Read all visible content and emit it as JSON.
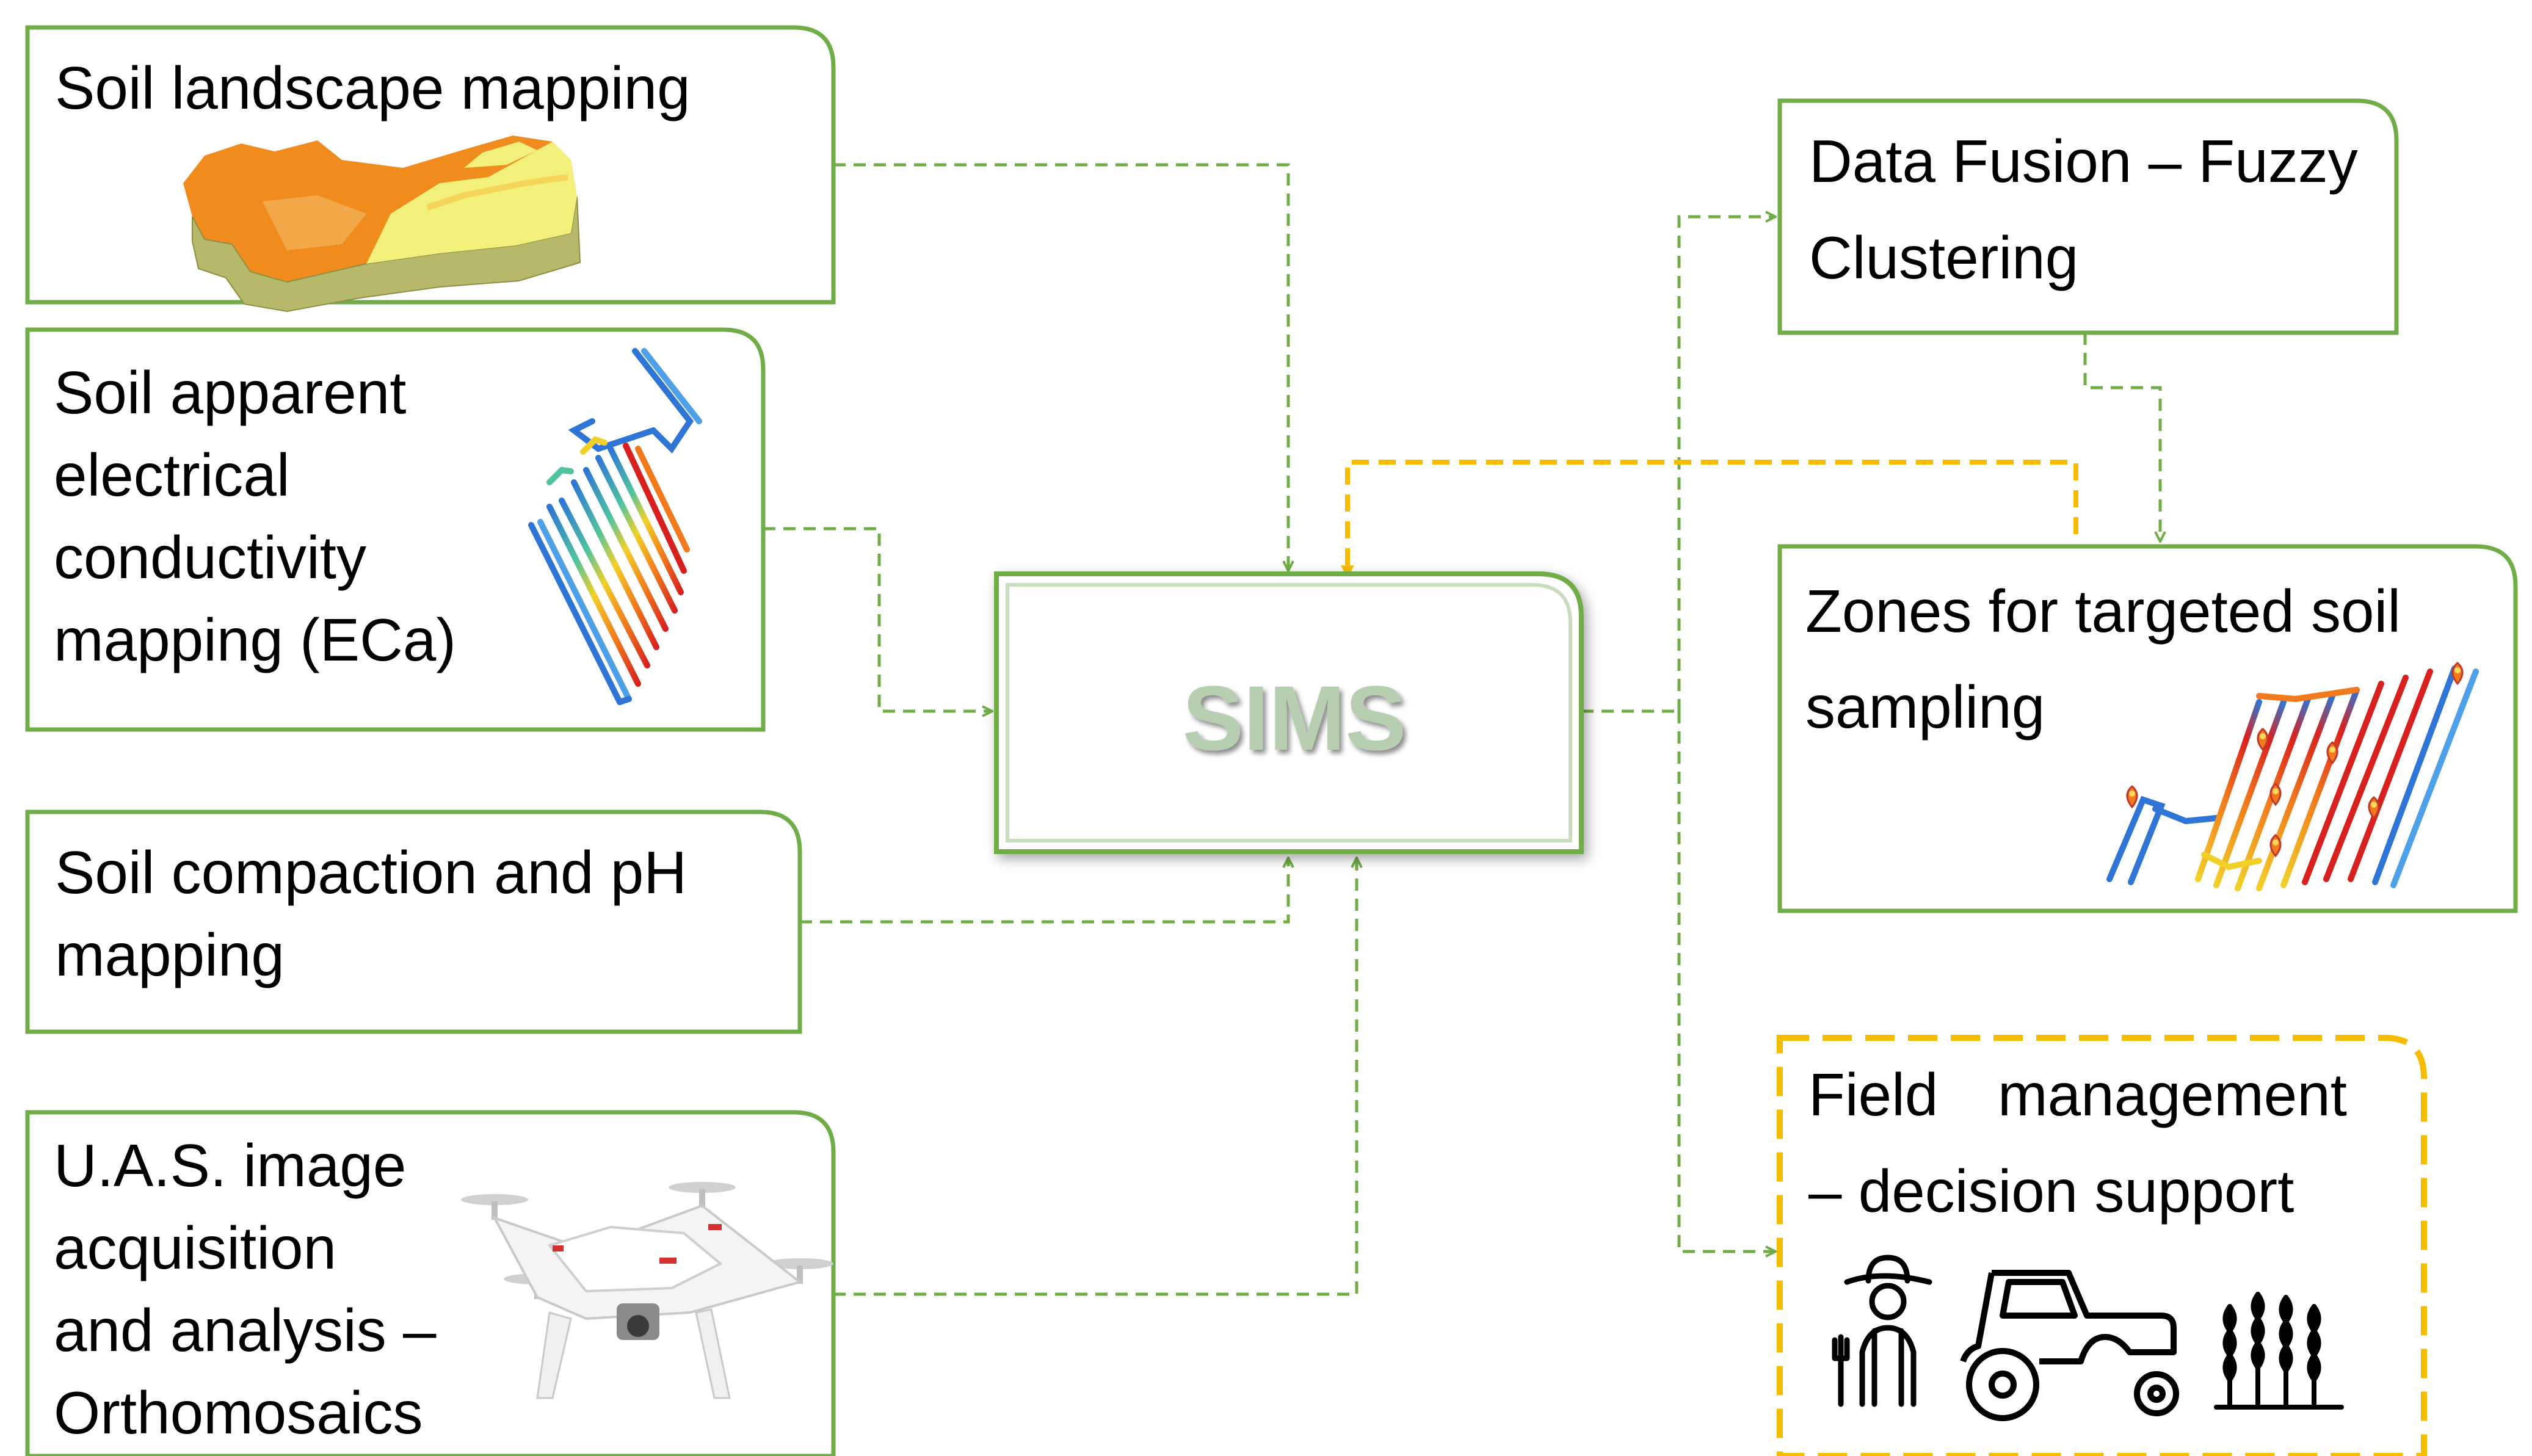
{
  "colors": {
    "box_border": "#70ad47",
    "green_connector": "#70ad47",
    "yellow_connector": "#f5bc00",
    "sims_text": "#b8ceb0",
    "text": "#000000"
  },
  "center": {
    "label": "SIMS"
  },
  "inputs": {
    "landscape": {
      "line1": "Soil landscape mapping",
      "icon": "3d-terrain-map-icon"
    },
    "eca": {
      "line1": "Soil apparent",
      "line2": "electrical",
      "line3": "conductivity",
      "line4": "mapping (ECa)",
      "icon": "eca-track-map-icon"
    },
    "compaction": {
      "line1": "Soil compaction and pH",
      "line2": "mapping"
    },
    "uas": {
      "line1": "U.A.S. image",
      "line2": "acquisition",
      "line3": "and analysis –",
      "line4": "Orthomosaics",
      "icon": "drone-icon"
    }
  },
  "outputs": {
    "fusion": {
      "line1": "Data Fusion – Fuzzy",
      "line2": "Clustering"
    },
    "zones": {
      "line1": "Zones for targeted soil",
      "line2": "sampling",
      "icon": "sampling-zones-map-icon"
    },
    "field": {
      "line1a": "Field",
      "line1b": "management",
      "line2": "– decision support",
      "icons": [
        "farmer-icon",
        "tractor-icon",
        "wheat-icon"
      ]
    }
  }
}
